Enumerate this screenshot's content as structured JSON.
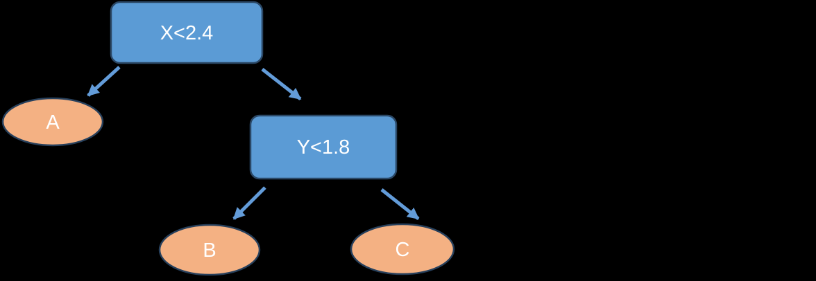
{
  "diagram": {
    "type": "decision-tree",
    "background_color": "#000000",
    "colors": {
      "decision_fill": "#5B9BD5",
      "decision_border": "#2B4866",
      "leaf_fill": "#F4B183",
      "leaf_border": "#27405C",
      "arrow": "#639CD9",
      "label_text": "#FFFFFF"
    },
    "nodes": [
      {
        "id": "root",
        "kind": "decision",
        "label": "X<2.4"
      },
      {
        "id": "leaf-a",
        "kind": "leaf",
        "label": "A"
      },
      {
        "id": "split2",
        "kind": "decision",
        "label": "Y<1.8"
      },
      {
        "id": "leaf-b",
        "kind": "leaf",
        "label": "B"
      },
      {
        "id": "leaf-c",
        "kind": "leaf",
        "label": "C"
      }
    ],
    "edges": [
      {
        "from": "root",
        "to": "leaf-a"
      },
      {
        "from": "root",
        "to": "split2"
      },
      {
        "from": "split2",
        "to": "leaf-b"
      },
      {
        "from": "split2",
        "to": "leaf-c"
      }
    ]
  }
}
